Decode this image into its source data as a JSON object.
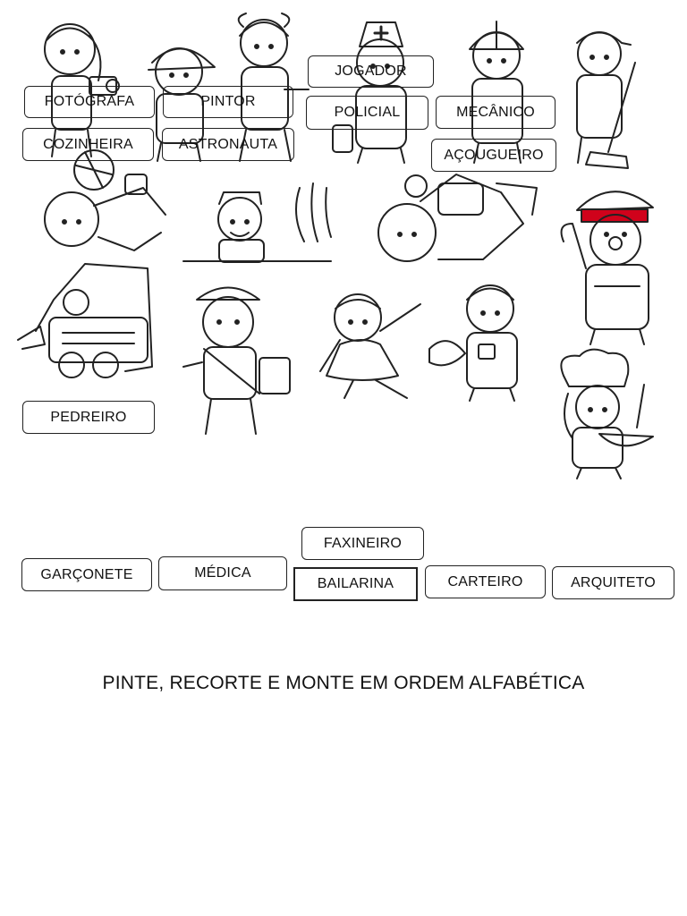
{
  "labels": {
    "fotografa": "FOTÓGRAFA",
    "pintor": "PINTOR",
    "jogador": "JOGADOR",
    "policial": "POLICIAL",
    "mecanico": "MECÂNICO",
    "cozinheira": "COZINHEIRA",
    "astronauta": "ASTRONAUTA",
    "acougueiro": "AÇOUGUEIRO",
    "pedreiro": "PEDREIRO",
    "faxineiro": "FAXINEIRO",
    "garconete": "GARÇONETE",
    "medica": "MÉDICA",
    "bailarina": "BAILARINA",
    "carteiro": "CARTEIRO",
    "arquiteto": "ARQUITETO"
  },
  "instruction": "PINTE, RECORTE E MONTE EM ORDEM ALFABÉTICA",
  "colors": {
    "ink": "#222222",
    "paper": "#ffffff",
    "police_band": "#d0021b"
  }
}
